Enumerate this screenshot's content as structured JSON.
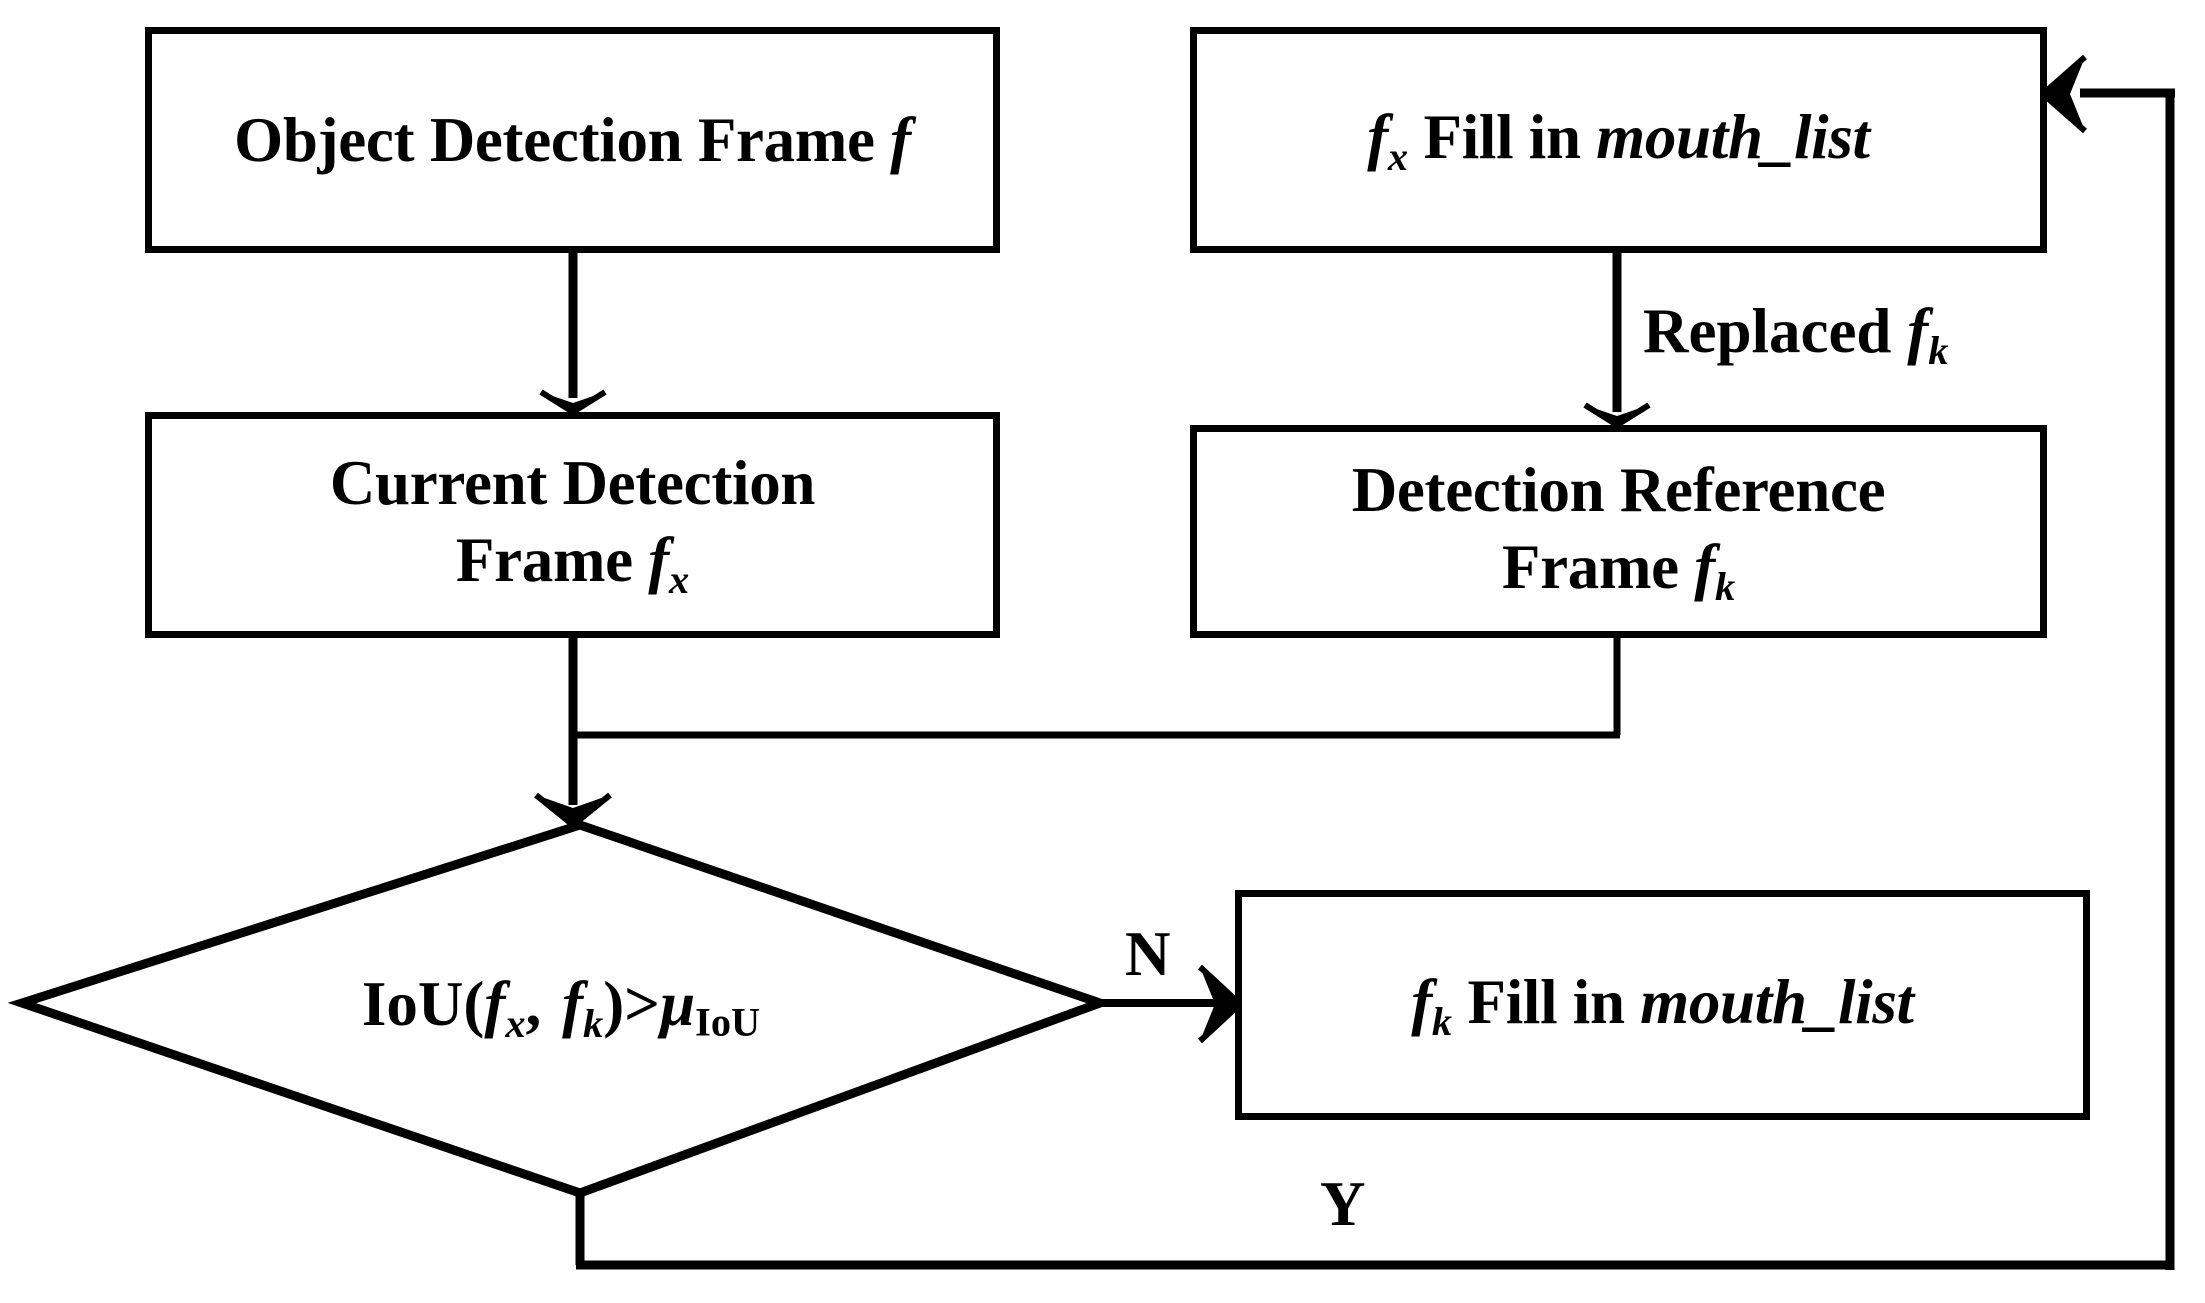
{
  "diagram": {
    "type": "flowchart",
    "title": "Object detection frame matching flowchart",
    "background_color": "#ffffff",
    "line_color": "#000000",
    "nodes": [
      {
        "id": "object-detection-frame",
        "shape": "rectangle",
        "text": "Object Detection Frame f",
        "text_plain": "Object Detection Frame f",
        "line1": "Object Detection Frame ",
        "var1": "f",
        "var1_sub": ""
      },
      {
        "id": "fx-fill-in-mouth-list",
        "shape": "rectangle",
        "text": "fx Fill in mouth_list",
        "text_plain": "f_x Fill in mouth_list",
        "var1": "f",
        "var1_sub": "x",
        "middle": " Fill in ",
        "italic_tail": "mouth_list"
      },
      {
        "id": "current-detection-frame",
        "shape": "rectangle",
        "text": "Current Detection Frame fx",
        "text_plain": "Current Detection Frame f_x",
        "line1": "Current Detection",
        "line2": "Frame ",
        "var1": "f",
        "var1_sub": "x"
      },
      {
        "id": "detection-reference-frame",
        "shape": "rectangle",
        "text": "Detection Reference Frame fk",
        "text_plain": "Detection Reference Frame f_k",
        "line1": "Detection Reference",
        "line2": "Frame ",
        "var1": "f",
        "var1_sub": "k"
      },
      {
        "id": "iou-decision",
        "shape": "diamond",
        "text": "IoU(fx, fk)>μIoU",
        "text_plain": "IoU(f_x, f_k)>mu_IoU",
        "prefix": "IoU(",
        "var1": "f",
        "var1_sub": "x",
        "separator": ",  ",
        "var2": "f",
        "var2_sub": "k",
        "operator": ")>",
        "threshold_symbol": "μ",
        "threshold_sub": "IoU"
      },
      {
        "id": "fk-fill-in-mouth-list",
        "shape": "rectangle",
        "text": "fk Fill in mouth_list",
        "text_plain": "f_k Fill in mouth_list",
        "var1": "f",
        "var1_sub": "k",
        "middle": " Fill in ",
        "italic_tail": "mouth_list"
      }
    ],
    "edge_labels": {
      "replaced": "Replaced ",
      "replaced_var": "f",
      "replaced_var_sub": "k",
      "no_branch": "N",
      "yes_branch": "Y"
    }
  }
}
